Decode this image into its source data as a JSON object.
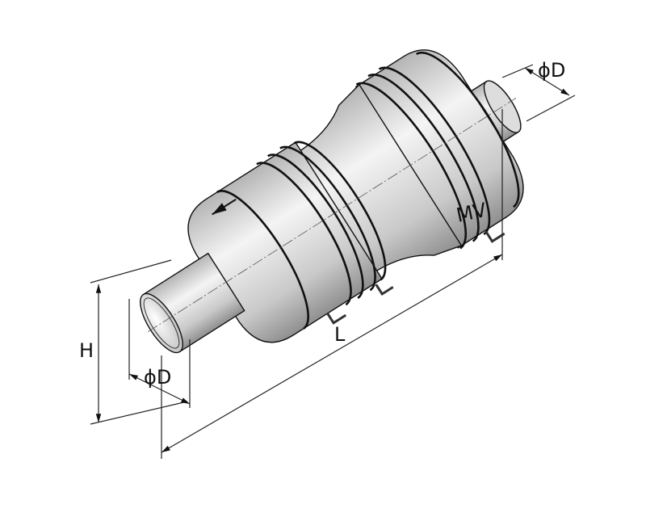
{
  "diagram": {
    "subject": "MV",
    "labels": {
      "outlet_diameter": "ϕD",
      "inlet_diameter": "ϕD",
      "length": "L",
      "height": "H",
      "model_mark": "MV"
    },
    "colors": {
      "body_light": "#f2f2f2",
      "body_dark": "#9a9a9a",
      "line": "#111111"
    }
  }
}
